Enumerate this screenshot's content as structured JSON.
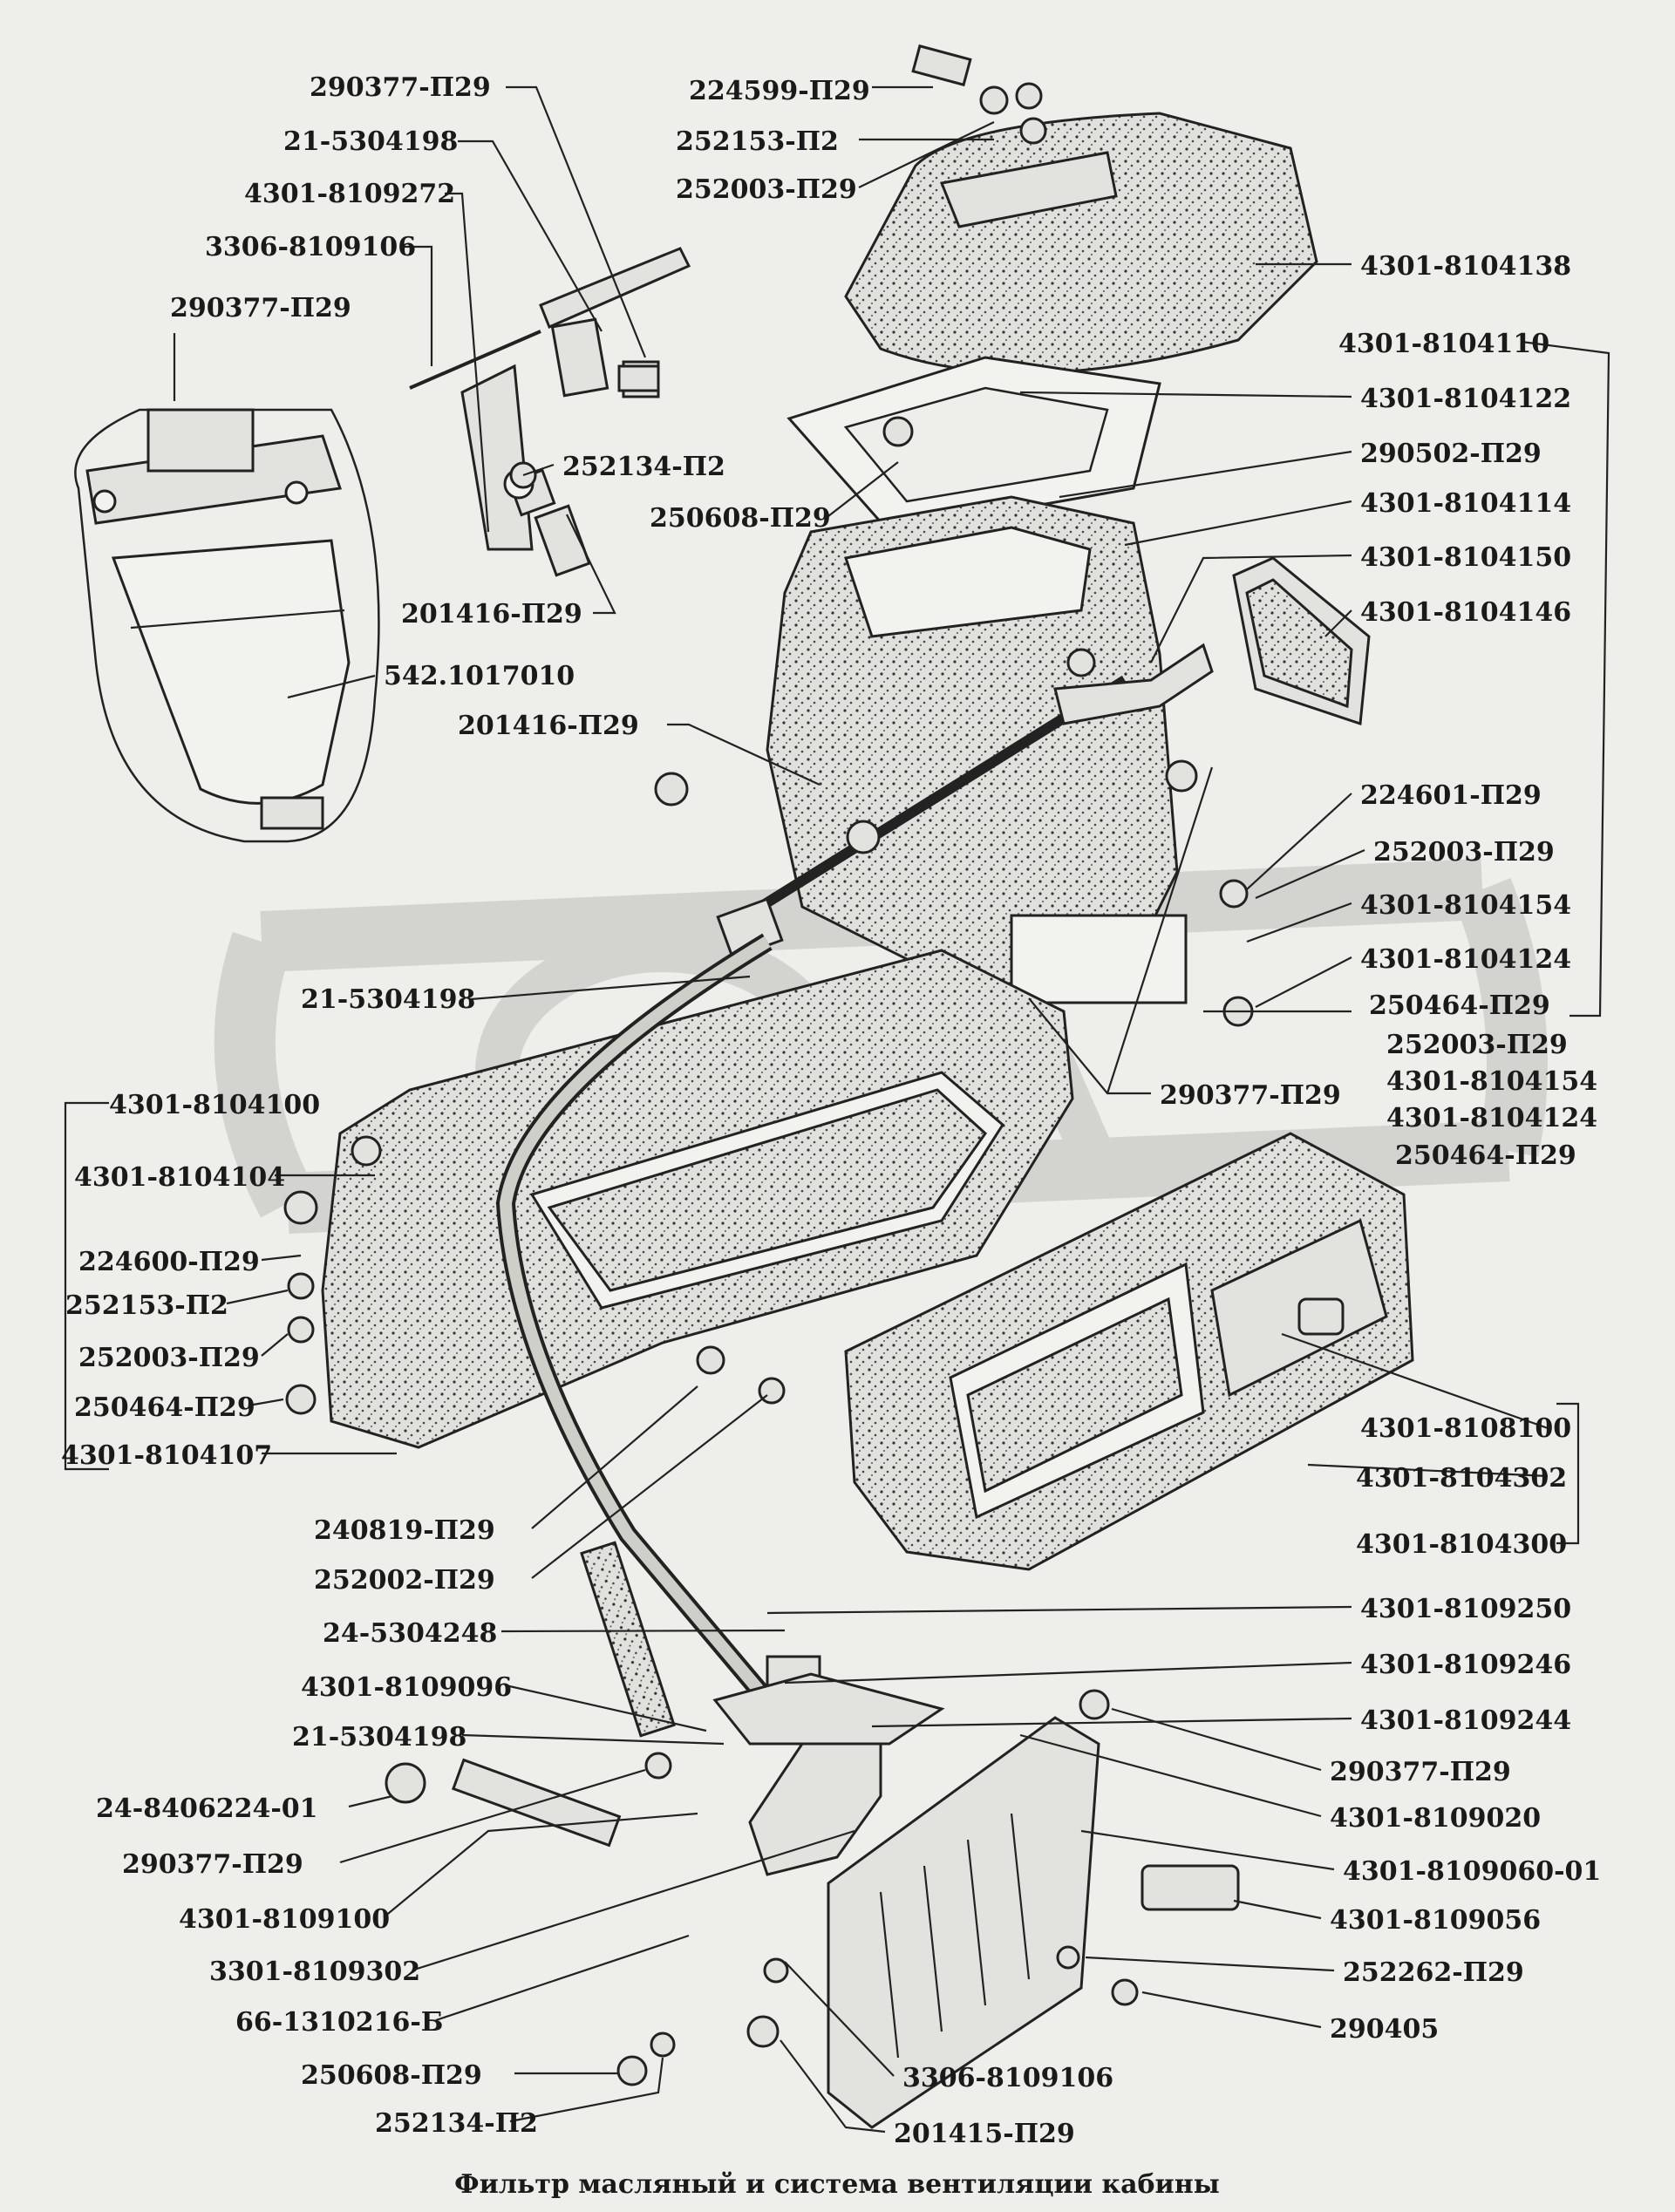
{
  "caption": "Фильтр масляный и система вентиляции кабины",
  "labels": {
    "l01": "290377-П29",
    "l02": "21-5304198",
    "l03": "4301-8109272",
    "l04": "3306-8109106",
    "l05": "290377-П29",
    "l06": "252134-П2",
    "l07": "201416-П29",
    "l08": "542.1017010",
    "l09": "201416-П29",
    "l10": "21-5304198",
    "l11": "224599-П29",
    "l12": "252153-П2",
    "l13": "252003-П29",
    "l14": "4301-8104138",
    "l15": "4301-8104110",
    "l16": "4301-8104122",
    "l17": "290502-П29",
    "l18": "250608-П29",
    "l19": "4301-8104114",
    "l20": "4301-8104150",
    "l21": "4301-8104146",
    "l22": "224601-П29",
    "l23": "252003-П29",
    "l24": "4301-8104154",
    "l25": "4301-8104124",
    "l26": "250464-П29",
    "l27": "252003-П29",
    "l28": "4301-8104154",
    "l29": "4301-8104124",
    "l30": "250464-П29",
    "l31": "290377-П29",
    "l32": "4301-8104100",
    "l33": "4301-8104104",
    "l34": "224600-П29",
    "l35": "252153-П2",
    "l36": "252003-П29",
    "l37": "250464-П29",
    "l38": "4301-8104107",
    "l39": "4301-8108100",
    "l40": "4301-8104302",
    "l41": "4301-8104300",
    "l42": "240819-П29",
    "l43": "252002-П29",
    "l44": "24-5304248",
    "l45": "4301-8109096",
    "l46": "21-5304198",
    "l47": "24-8406224-01",
    "l48": "290377-П29",
    "l49": "4301-8109100",
    "l50": "3301-8109302",
    "l51": "66-1310216-Б",
    "l52": "250608-П29",
    "l53": "252134-П2",
    "l54": "4301-8109250",
    "l55": "4301-8109246",
    "l56": "4301-8109244",
    "l57": "290377-П29",
    "l58": "4301-8109020",
    "l59": "4301-8109060-01",
    "l60": "4301-8109056",
    "l61": "252262-П29",
    "l62": "290405",
    "l63": "3306-8109106",
    "l64": "201415-П29"
  }
}
